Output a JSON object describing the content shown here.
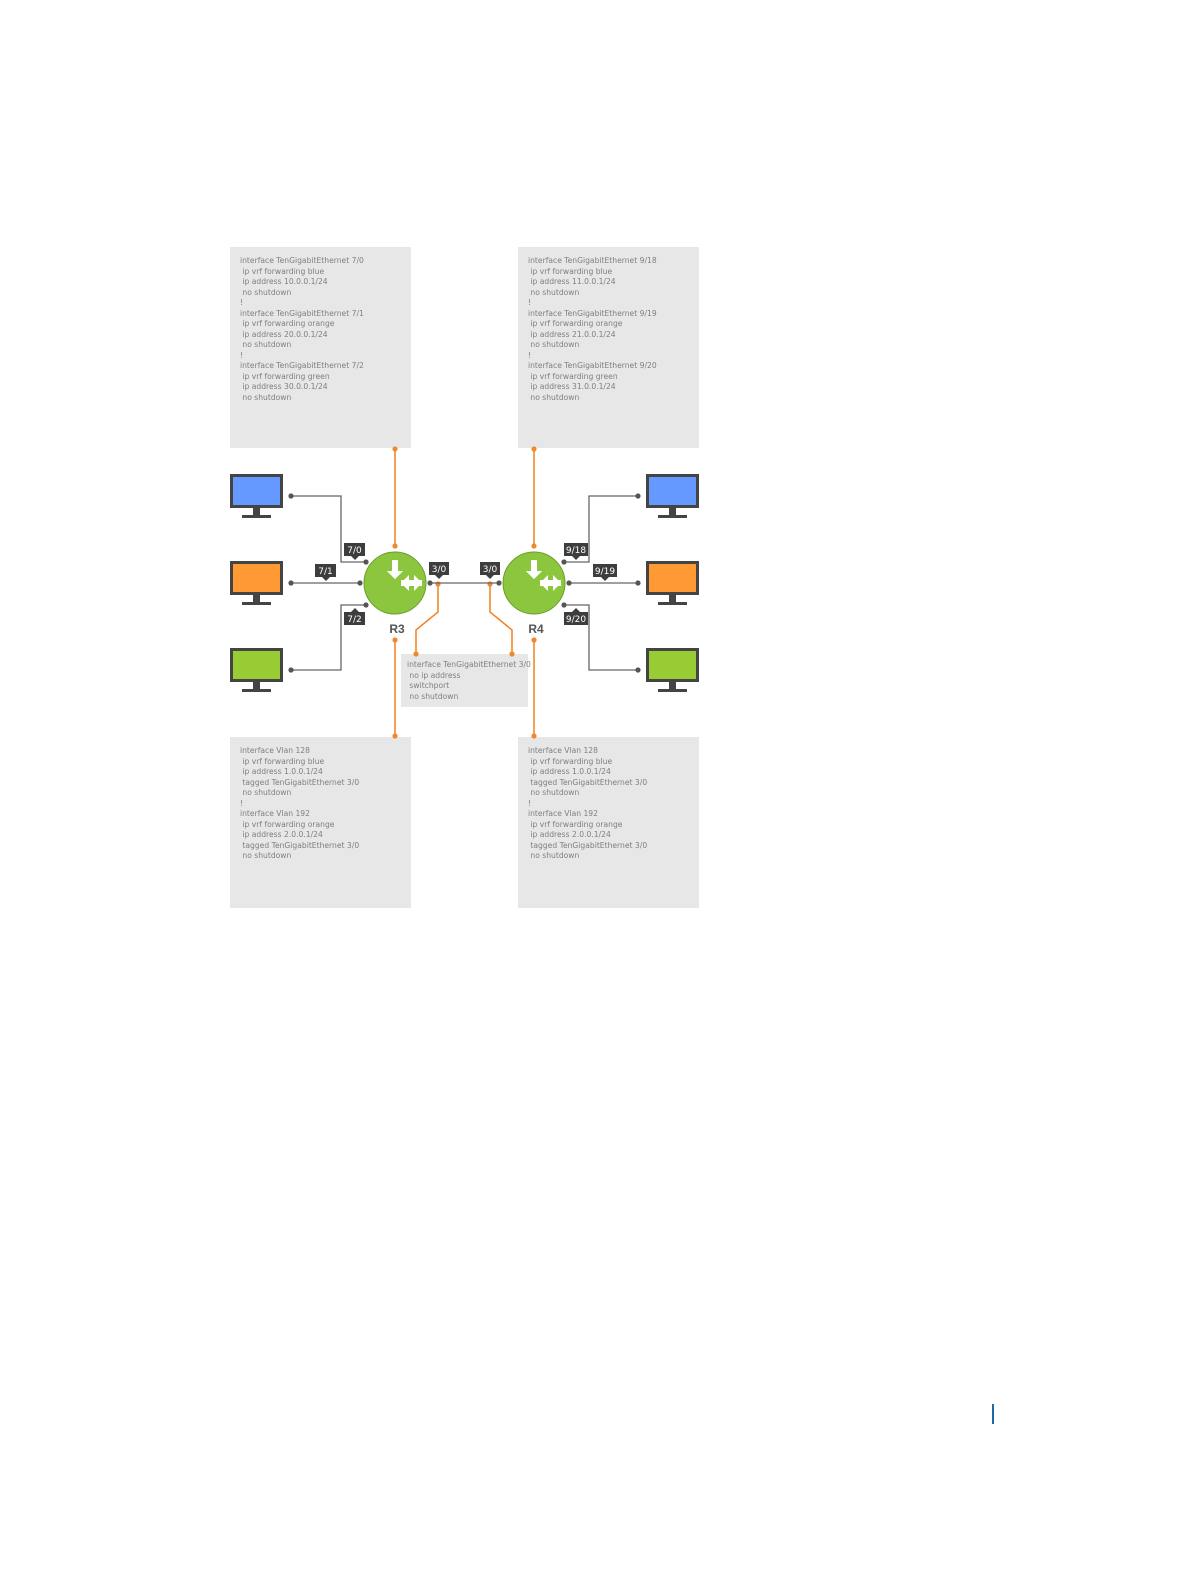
{
  "config_boxes": {
    "r3_top": [
      "interface TenGigabitEthernet 7/0",
      " ip vrf forwarding blue",
      " ip address 10.0.0.1/24",
      " no shutdown",
      "!",
      "interface TenGigabitEthernet 7/1",
      " ip vrf forwarding orange",
      " ip address 20.0.0.1/24",
      " no shutdown",
      "!",
      "interface TenGigabitEthernet 7/2",
      " ip vrf forwarding green",
      " ip address 30.0.0.1/24",
      " no shutdown"
    ],
    "r4_top": [
      "interface TenGigabitEthernet 9/18",
      " ip vrf forwarding blue",
      " ip address 11.0.0.1/24",
      " no shutdown",
      "!",
      "interface TenGigabitEthernet 9/19",
      " ip vrf forwarding orange",
      " ip address 21.0.0.1/24",
      " no shutdown",
      "!",
      "interface TenGigabitEthernet 9/20",
      " ip vrf forwarding green",
      " ip address 31.0.0.1/24",
      " no shutdown"
    ],
    "middle": [
      "interface TenGigabitEthernet 3/0",
      " no ip address",
      " switchport",
      " no shutdown"
    ],
    "r3_bottom": [
      "interface Vlan 128",
      " ip vrf forwarding blue",
      " ip address 1.0.0.1/24",
      " tagged TenGigabitEthernet 3/0",
      " no shutdown",
      "!",
      "interface Vlan 192",
      " ip vrf forwarding orange",
      " ip address 2.0.0.1/24",
      " tagged TenGigabitEthernet 3/0",
      " no shutdown"
    ],
    "r4_bottom": [
      "interface Vlan 128",
      " ip vrf forwarding blue",
      " ip address 1.0.0.1/24",
      " tagged TenGigabitEthernet 3/0",
      " no shutdown",
      "!",
      "interface Vlan 192",
      " ip vrf forwarding orange",
      " ip address 2.0.0.1/24",
      " tagged TenGigabitEthernet 3/0",
      " no shutdown"
    ]
  },
  "routers": {
    "r3": "R3",
    "r4": "R4"
  },
  "ports": {
    "r3_7_0": "7/0",
    "r3_7_1": "7/1",
    "r3_7_2": "7/2",
    "r3_3_0": "3/0",
    "r4_3_0": "3/0",
    "r4_9_18": "9/18",
    "r4_9_19": "9/19",
    "r4_9_20": "9/20"
  },
  "colors": {
    "blue_vrf": "#6699ff",
    "orange_vrf": "#ff9933",
    "green_vrf": "#99cc33",
    "router": "#8cc63f",
    "link": "#666666",
    "config_link": "#f0882e",
    "box": "#e7e7e7"
  }
}
